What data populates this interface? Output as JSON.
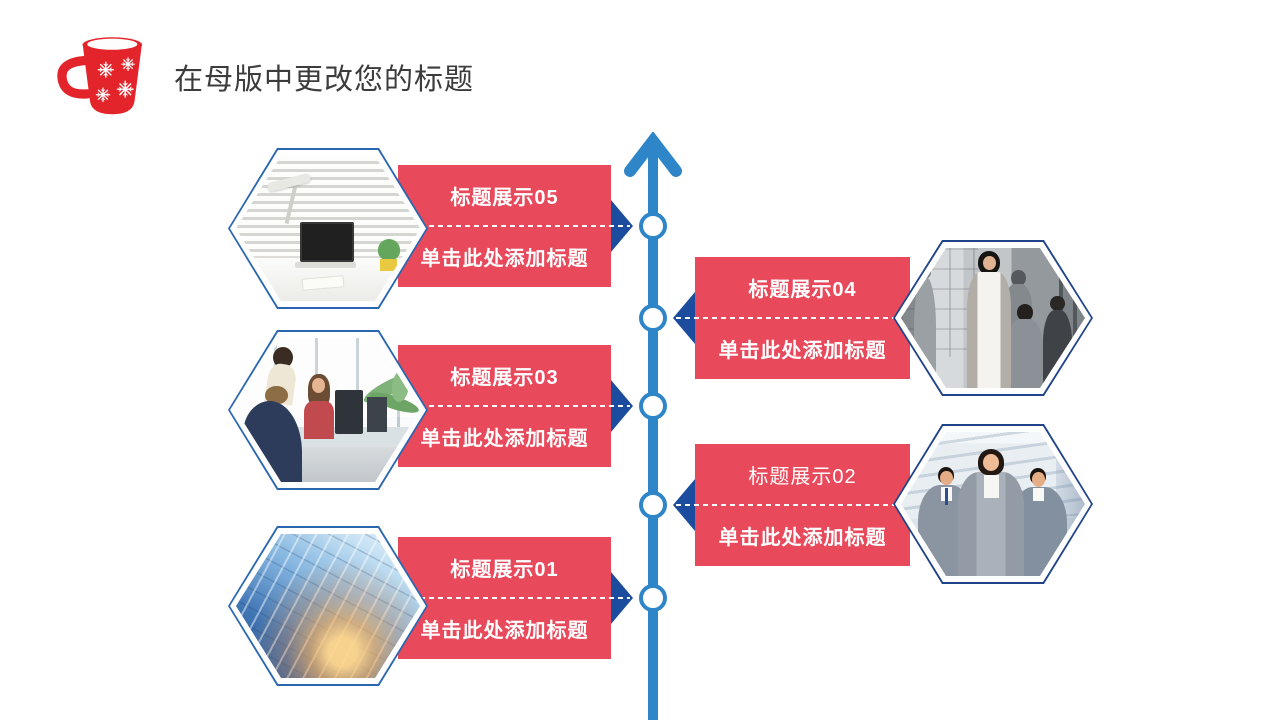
{
  "slide": {
    "title": "在母版中更改您的标题",
    "logo_icon": "red-mug-with-snowflakes",
    "background": "#FFFFFF"
  },
  "timeline": {
    "axis_direction": "vertical-arrow-up",
    "node_count": 5,
    "items": [
      {
        "num": "05",
        "title": "标题展示05",
        "subtitle": "单击此处添加标题",
        "side": "left",
        "image": "office-desk-photo"
      },
      {
        "num": "04",
        "title": "标题展示04",
        "subtitle": "单击此处添加标题",
        "side": "right",
        "image": "business-team-photo"
      },
      {
        "num": "03",
        "title": "标题展示03",
        "subtitle": "单击此处添加标题",
        "side": "left",
        "image": "office-meeting-photo"
      },
      {
        "num": "02",
        "title": "标题展示02",
        "subtitle": "单击此处添加标题",
        "side": "right",
        "image": "business-trio-photo"
      },
      {
        "num": "01",
        "title": "标题展示01",
        "subtitle": "单击此处添加标题",
        "side": "left",
        "image": "glass-building-photo"
      }
    ]
  },
  "colors": {
    "banner_red": "#E8495B",
    "arrow_navy": "#1B4C9E",
    "timeline_blue": "#2E86C8",
    "hex_border_left": "#2A67B0",
    "hex_border_right": "#1F4488",
    "logo_red": "#E3242B",
    "title_text": "#3C3C3C",
    "banner_text": "#FFFFFF"
  }
}
